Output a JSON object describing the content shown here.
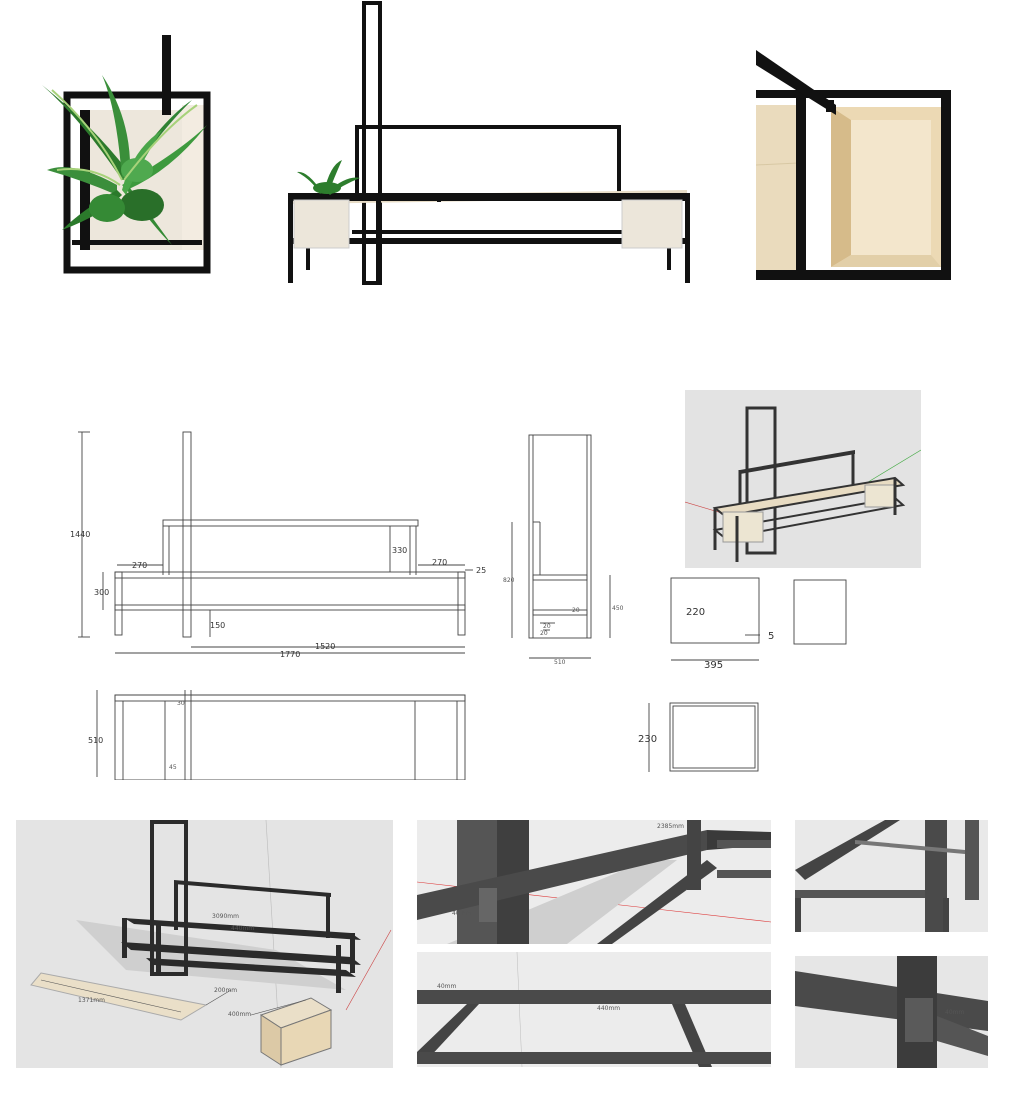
{
  "photos": {
    "plant_closeup": {},
    "bench_photo": {},
    "box_closeup": {}
  },
  "front_view": {
    "height": "1440",
    "left_offset": "270",
    "right_offset": "270",
    "back_height": "330",
    "seat_height": "300",
    "tube": "25",
    "leg_gap": "150",
    "inner_length": "1520",
    "total_length": "1770"
  },
  "side_view": {
    "seat_height": "820",
    "frame_height": "450",
    "d1": "20",
    "d2": "20",
    "d3": "20",
    "depth": "510"
  },
  "top_view": {
    "depth": "510",
    "d1": "30",
    "d2": "45"
  },
  "box_front": {
    "height": "220",
    "thickness": "5",
    "width": "395"
  },
  "box_top": {
    "depth": "230"
  },
  "explode": {
    "plank_length": "1371mm",
    "plank_width": "200mm",
    "box_size": "400mm",
    "frame_dim1": "3090mm",
    "frame_dim2": "440mm"
  },
  "details": {
    "d1_label1": "2385mm",
    "d1_label2": "40mm",
    "d2_label": "440mm",
    "d2_label2": "40mm",
    "d3_label": "40mm"
  }
}
